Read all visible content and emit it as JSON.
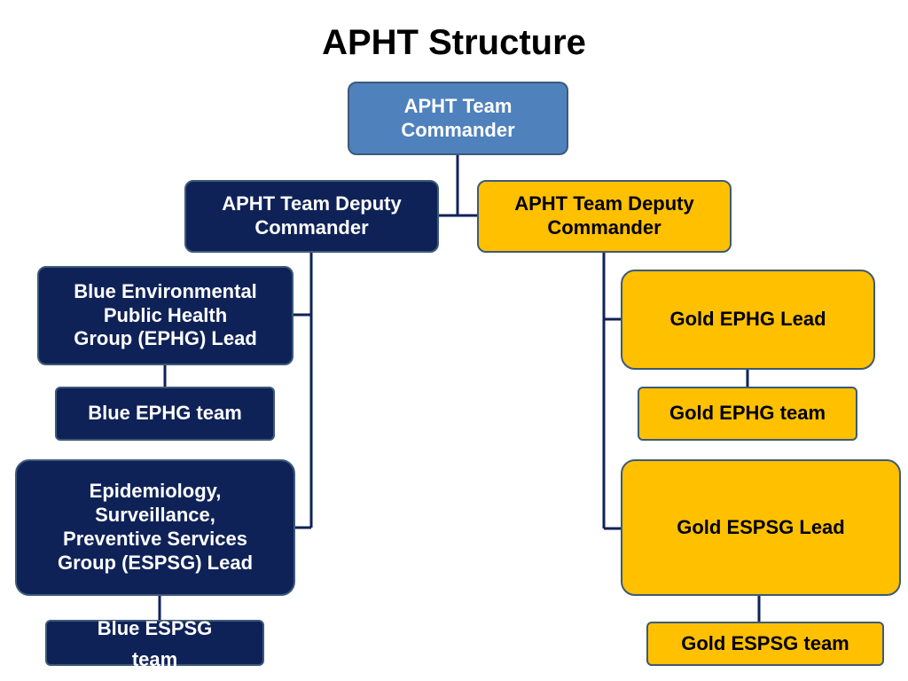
{
  "title": "APHT Structure",
  "colors": {
    "commander": "#4f81bd",
    "blue_group": "#0f2258",
    "gold_group": "#ffc000",
    "connector": "#0f2258",
    "box_border": "#3c5a78"
  },
  "nodes": {
    "commander": "APHT  Team\nCommander",
    "deputy_blue": "APHT Team Deputy\nCommander",
    "deputy_gold": "APHT Team Deputy\nCommander",
    "blue_ephg_lead": "Blue Environmental\nPublic Health\nGroup (EPHG) Lead",
    "blue_ephg_team": "Blue EPHG team",
    "blue_espsg_lead": "Epidemiology,\nSurveillance,\nPreventive Services\nGroup (ESPSG) Lead",
    "blue_espsg_team": "Blue ESPSG\nteam",
    "gold_ephg_lead": "Gold EPHG Lead",
    "gold_ephg_team": "Gold EPHG team",
    "gold_espsg_lead": "Gold ESPSG Lead",
    "gold_espsg_team": "Gold  ESPSG team"
  }
}
